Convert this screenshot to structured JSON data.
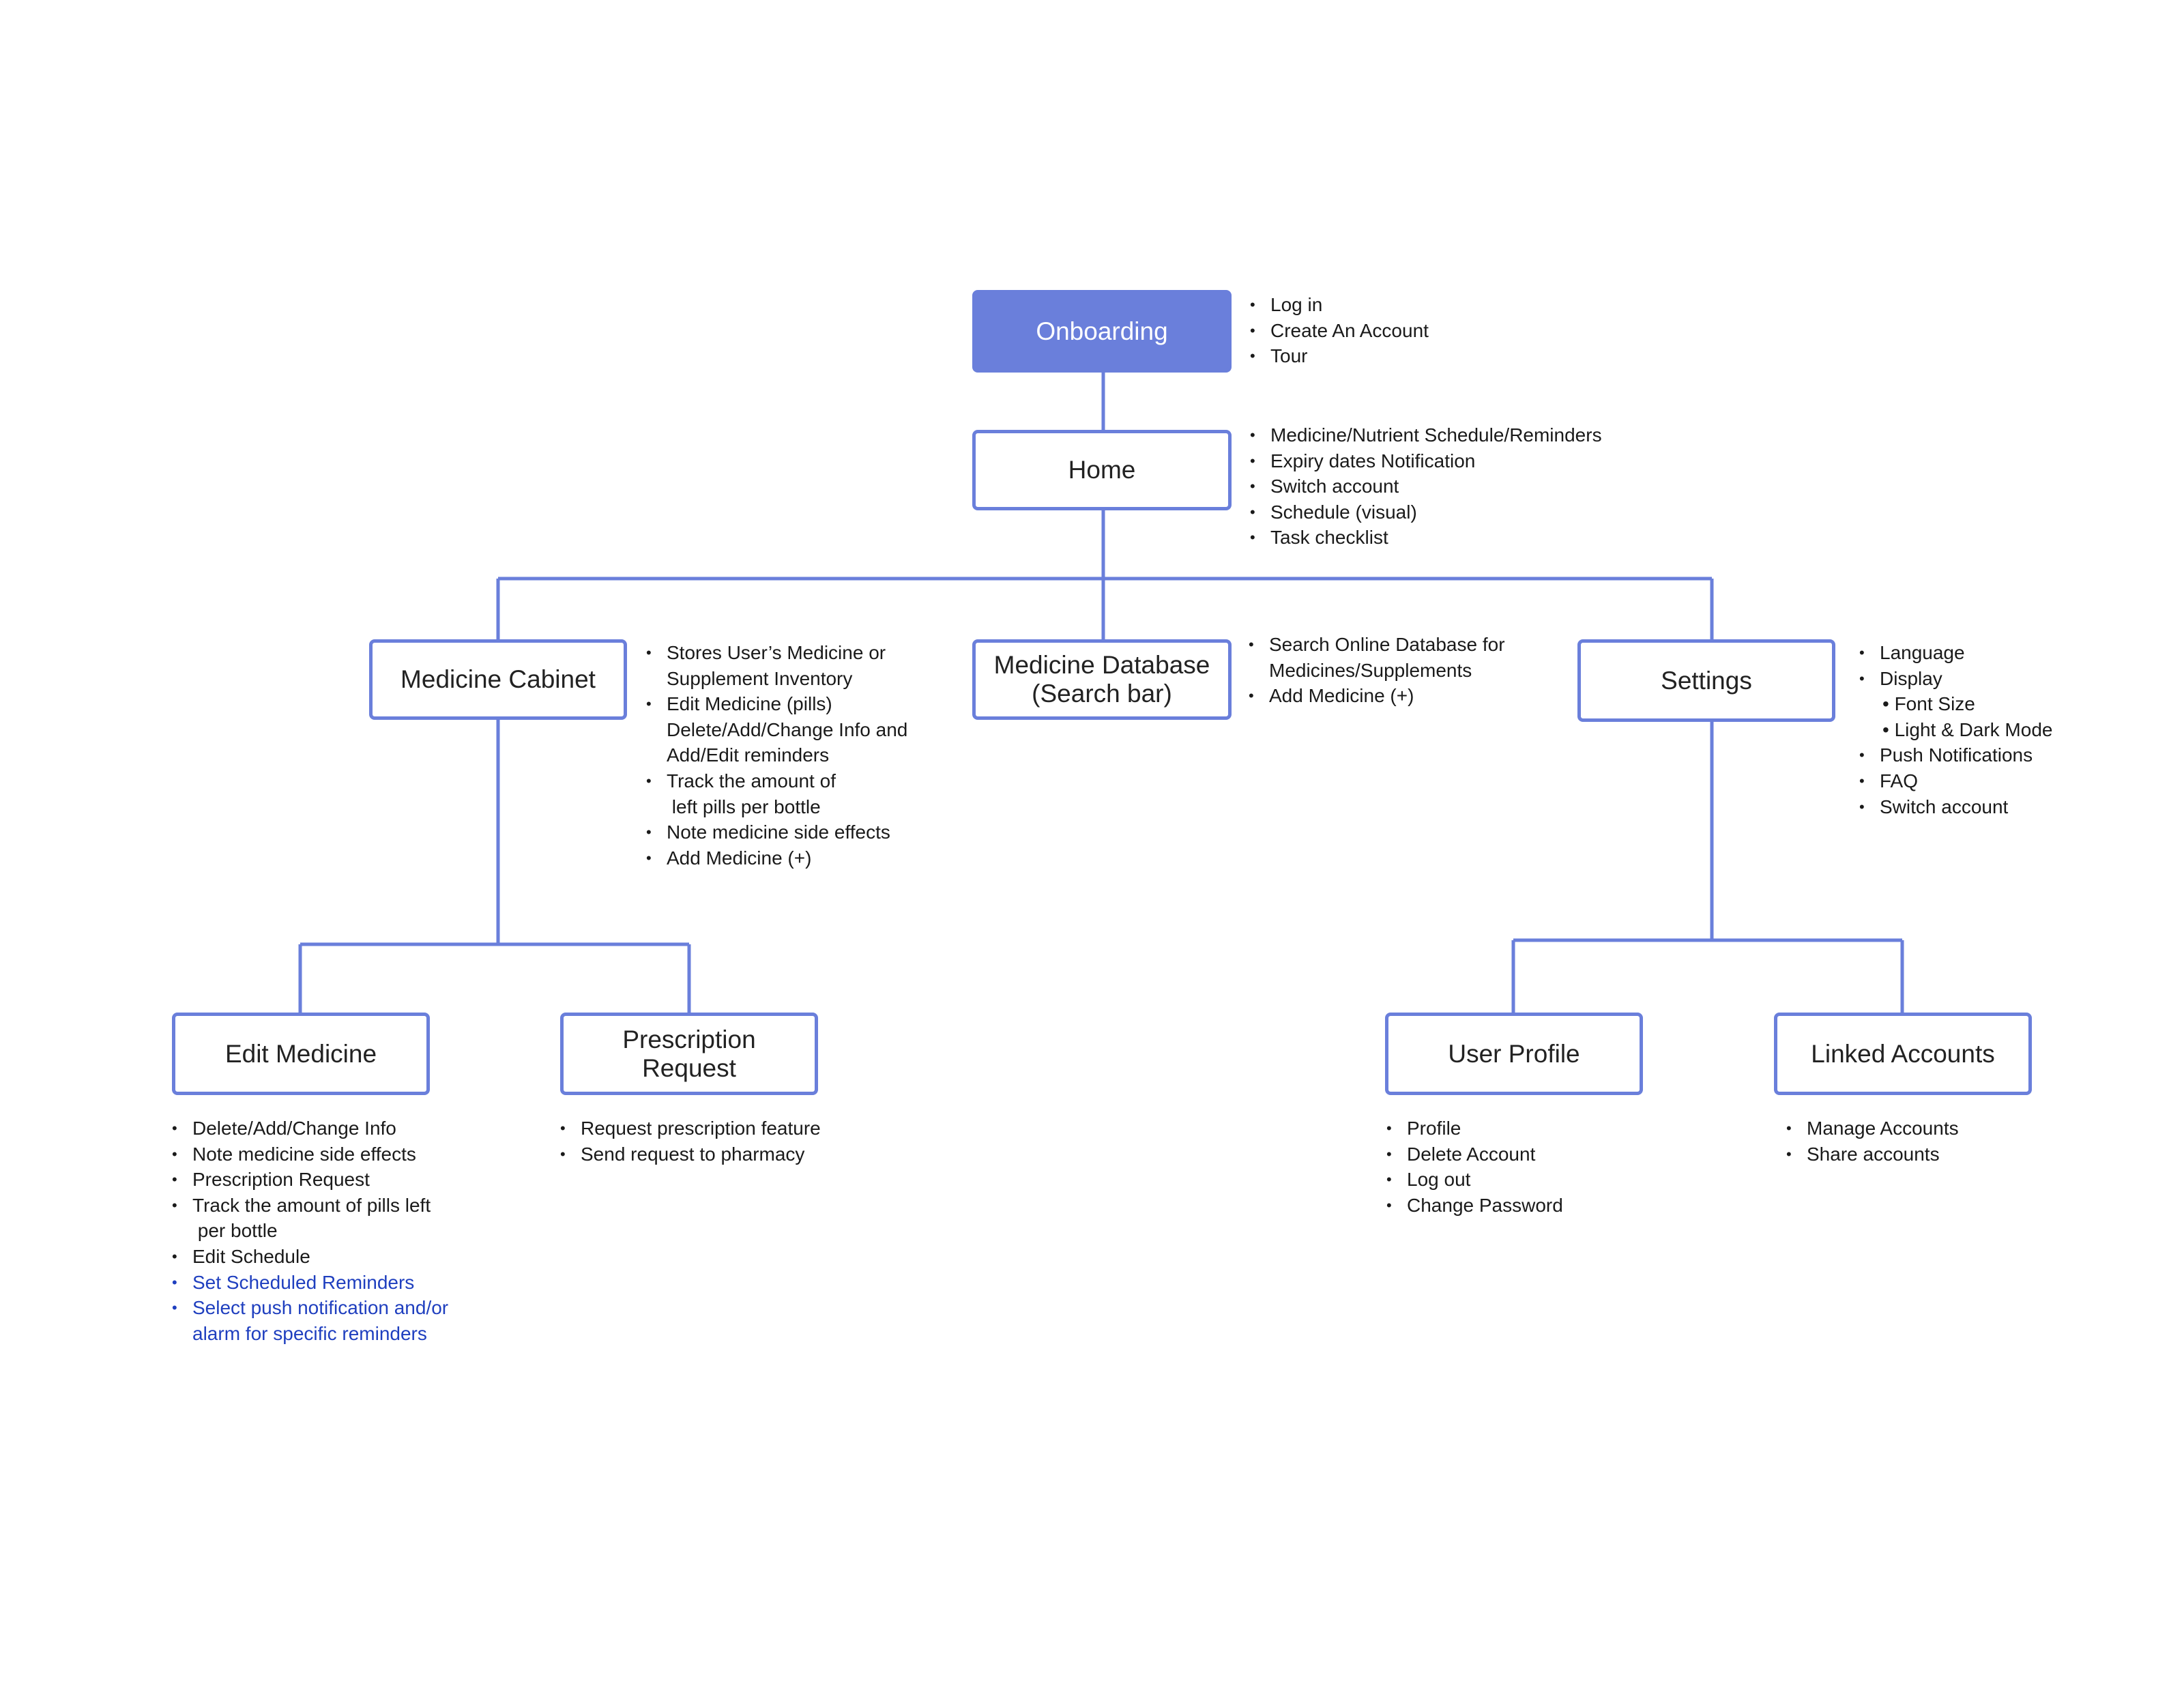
{
  "colors": {
    "line": "#6a7fdb",
    "node_fill": "#6a7fdb",
    "node_text": "#222222",
    "accent_text": "#1f3fbf"
  },
  "nodes": {
    "onboarding": {
      "label": "Onboarding",
      "notes": [
        {
          "text": "Log in",
          "style": "bullet"
        },
        {
          "text": "Create An Account",
          "style": "bullet"
        },
        {
          "text": "Tour",
          "style": "bullet"
        }
      ]
    },
    "home": {
      "label": "Home",
      "notes": [
        {
          "text": "Medicine/Nutrient Schedule/Reminders",
          "style": "bullet"
        },
        {
          "text": "Expiry dates Notification",
          "style": "bullet"
        },
        {
          "text": "Switch account",
          "style": "bullet"
        },
        {
          "text": "Schedule (visual)",
          "style": "bullet"
        },
        {
          "text": "Task checklist",
          "style": "bullet"
        }
      ]
    },
    "medicine_cabinet": {
      "label": "Medicine Cabinet",
      "notes": [
        {
          "text": "Stores User’s Medicine or",
          "style": "bullet"
        },
        {
          "text": "Supplement Inventory",
          "style": "cont"
        },
        {
          "text": "Edit Medicine (pills)",
          "style": "bullet"
        },
        {
          "text": "Delete/Add/Change Info and",
          "style": "cont"
        },
        {
          "text": "Add/Edit reminders",
          "style": "cont"
        },
        {
          "text": "Track the amount of",
          "style": "bullet"
        },
        {
          "text": " left pills per bottle",
          "style": "cont"
        },
        {
          "text": "Note medicine side effects",
          "style": "bullet"
        },
        {
          "text": "Add Medicine (+)",
          "style": "bullet"
        }
      ]
    },
    "medicine_database": {
      "label": "Medicine Database\n(Search bar)",
      "notes": [
        {
          "text": "Search Online Database for",
          "style": "bullet"
        },
        {
          "text": "Medicines/Supplements",
          "style": "cont"
        },
        {
          "text": "Add Medicine (+)",
          "style": "bullet"
        }
      ]
    },
    "settings": {
      "label": "Settings",
      "notes": [
        {
          "text": "Language",
          "style": "bullet"
        },
        {
          "text": "Display",
          "style": "bullet"
        },
        {
          "text": "• Font Size",
          "style": "sub"
        },
        {
          "text": "• Light & Dark Mode",
          "style": "sub"
        },
        {
          "text": "Push Notifications",
          "style": "bullet"
        },
        {
          "text": "FAQ",
          "style": "bullet"
        },
        {
          "text": "Switch account",
          "style": "bullet"
        }
      ]
    },
    "edit_medicine": {
      "label": "Edit Medicine",
      "notes": [
        {
          "text": "Delete/Add/Change Info",
          "style": "bullet"
        },
        {
          "text": "Note medicine side effects",
          "style": "bullet"
        },
        {
          "text": "Prescription Request",
          "style": "bullet"
        },
        {
          "text": "Track the amount of pills left",
          "style": "bullet"
        },
        {
          "text": " per bottle",
          "style": "cont"
        },
        {
          "text": "Edit Schedule",
          "style": "bullet"
        },
        {
          "text": "Set Scheduled Reminders",
          "style": "bullet accent"
        },
        {
          "text": "Select push notification and/or",
          "style": "bullet accent"
        },
        {
          "text": "alarm for specific reminders",
          "style": "cont accent"
        }
      ]
    },
    "prescription_request": {
      "label": "Prescription\nRequest",
      "notes": [
        {
          "text": "Request prescription feature",
          "style": "bullet"
        },
        {
          "text": "Send request to pharmacy",
          "style": "bullet"
        }
      ]
    },
    "user_profile": {
      "label": "User Profile",
      "notes": [
        {
          "text": "Profile",
          "style": "bullet"
        },
        {
          "text": "Delete Account",
          "style": "bullet"
        },
        {
          "text": "Log out",
          "style": "bullet"
        },
        {
          "text": "Change Password",
          "style": "bullet"
        }
      ]
    },
    "linked_accounts": {
      "label": "Linked Accounts",
      "notes": [
        {
          "text": "Manage Accounts",
          "style": "bullet"
        },
        {
          "text": "Share accounts",
          "style": "bullet"
        }
      ]
    }
  }
}
